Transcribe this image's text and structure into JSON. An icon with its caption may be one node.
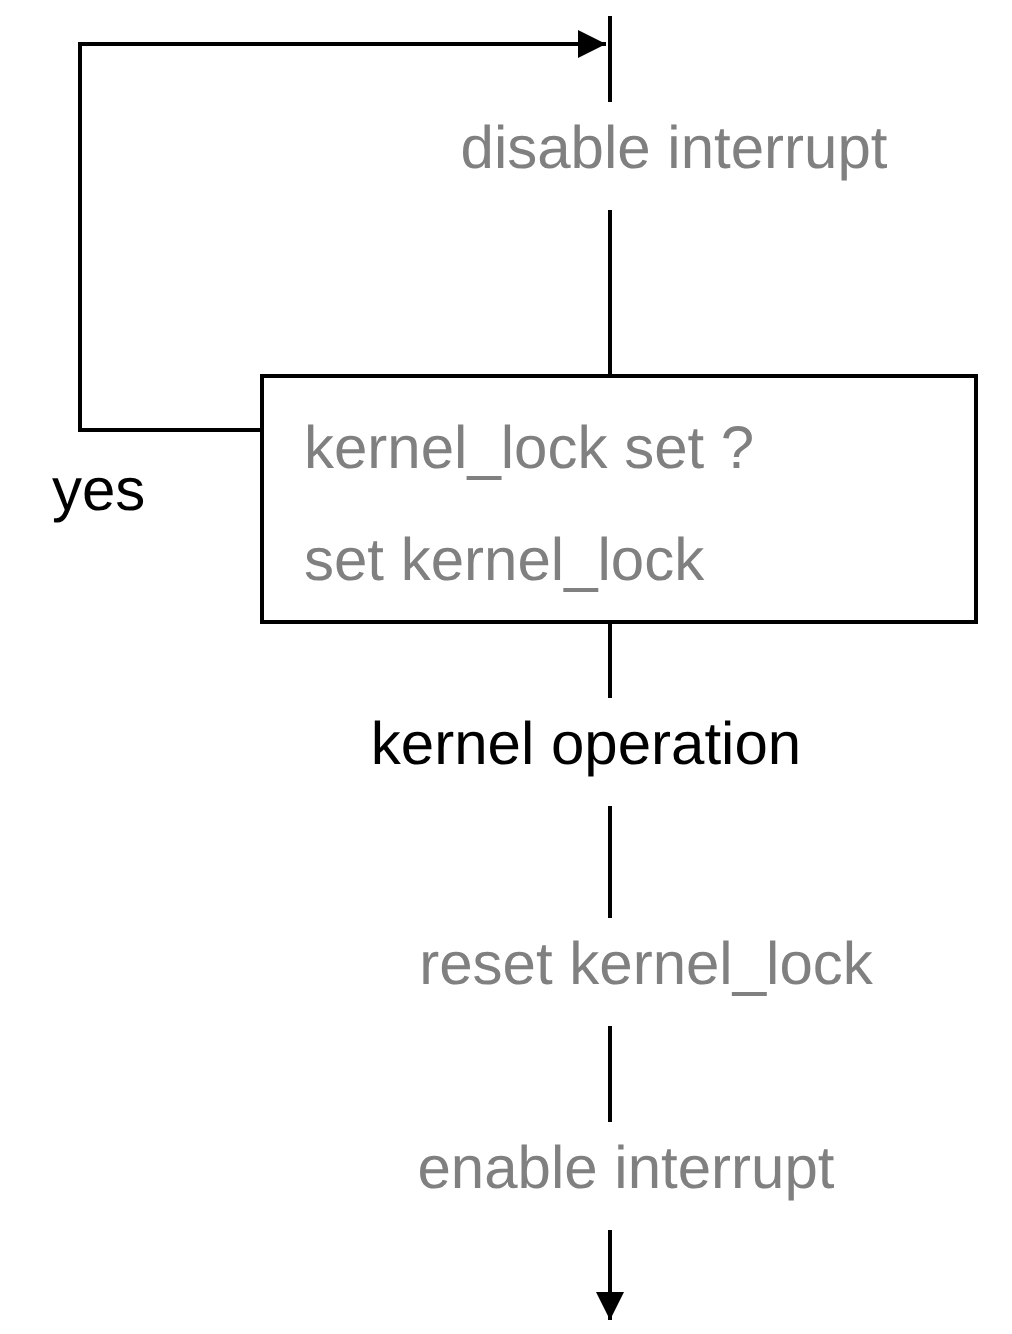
{
  "diagram": {
    "nodes": [
      {
        "text": [
          "disable interrupt"
        ]
      },
      {
        "text": [
          "kernel_lock set ?",
          "set kernel_lock"
        ]
      },
      {
        "text": [
          "kernel operation"
        ]
      },
      {
        "text": [
          "reset kernel_lock"
        ]
      },
      {
        "text": [
          "enable interrupt"
        ]
      }
    ],
    "edges": [
      {
        "from": null,
        "to": 0,
        "arrow": "none"
      },
      {
        "from": 0,
        "to": 1,
        "arrow": "none"
      },
      {
        "from": 1,
        "to": 2,
        "arrow": "none"
      },
      {
        "from": 2,
        "to": 3,
        "arrow": "none"
      },
      {
        "from": 3,
        "to": 4,
        "arrow": "none"
      },
      {
        "from": 4,
        "to": null,
        "arrow": "to"
      },
      {
        "from": 1,
        "to": 0,
        "arrow": "to",
        "label": "yes"
      }
    ]
  }
}
